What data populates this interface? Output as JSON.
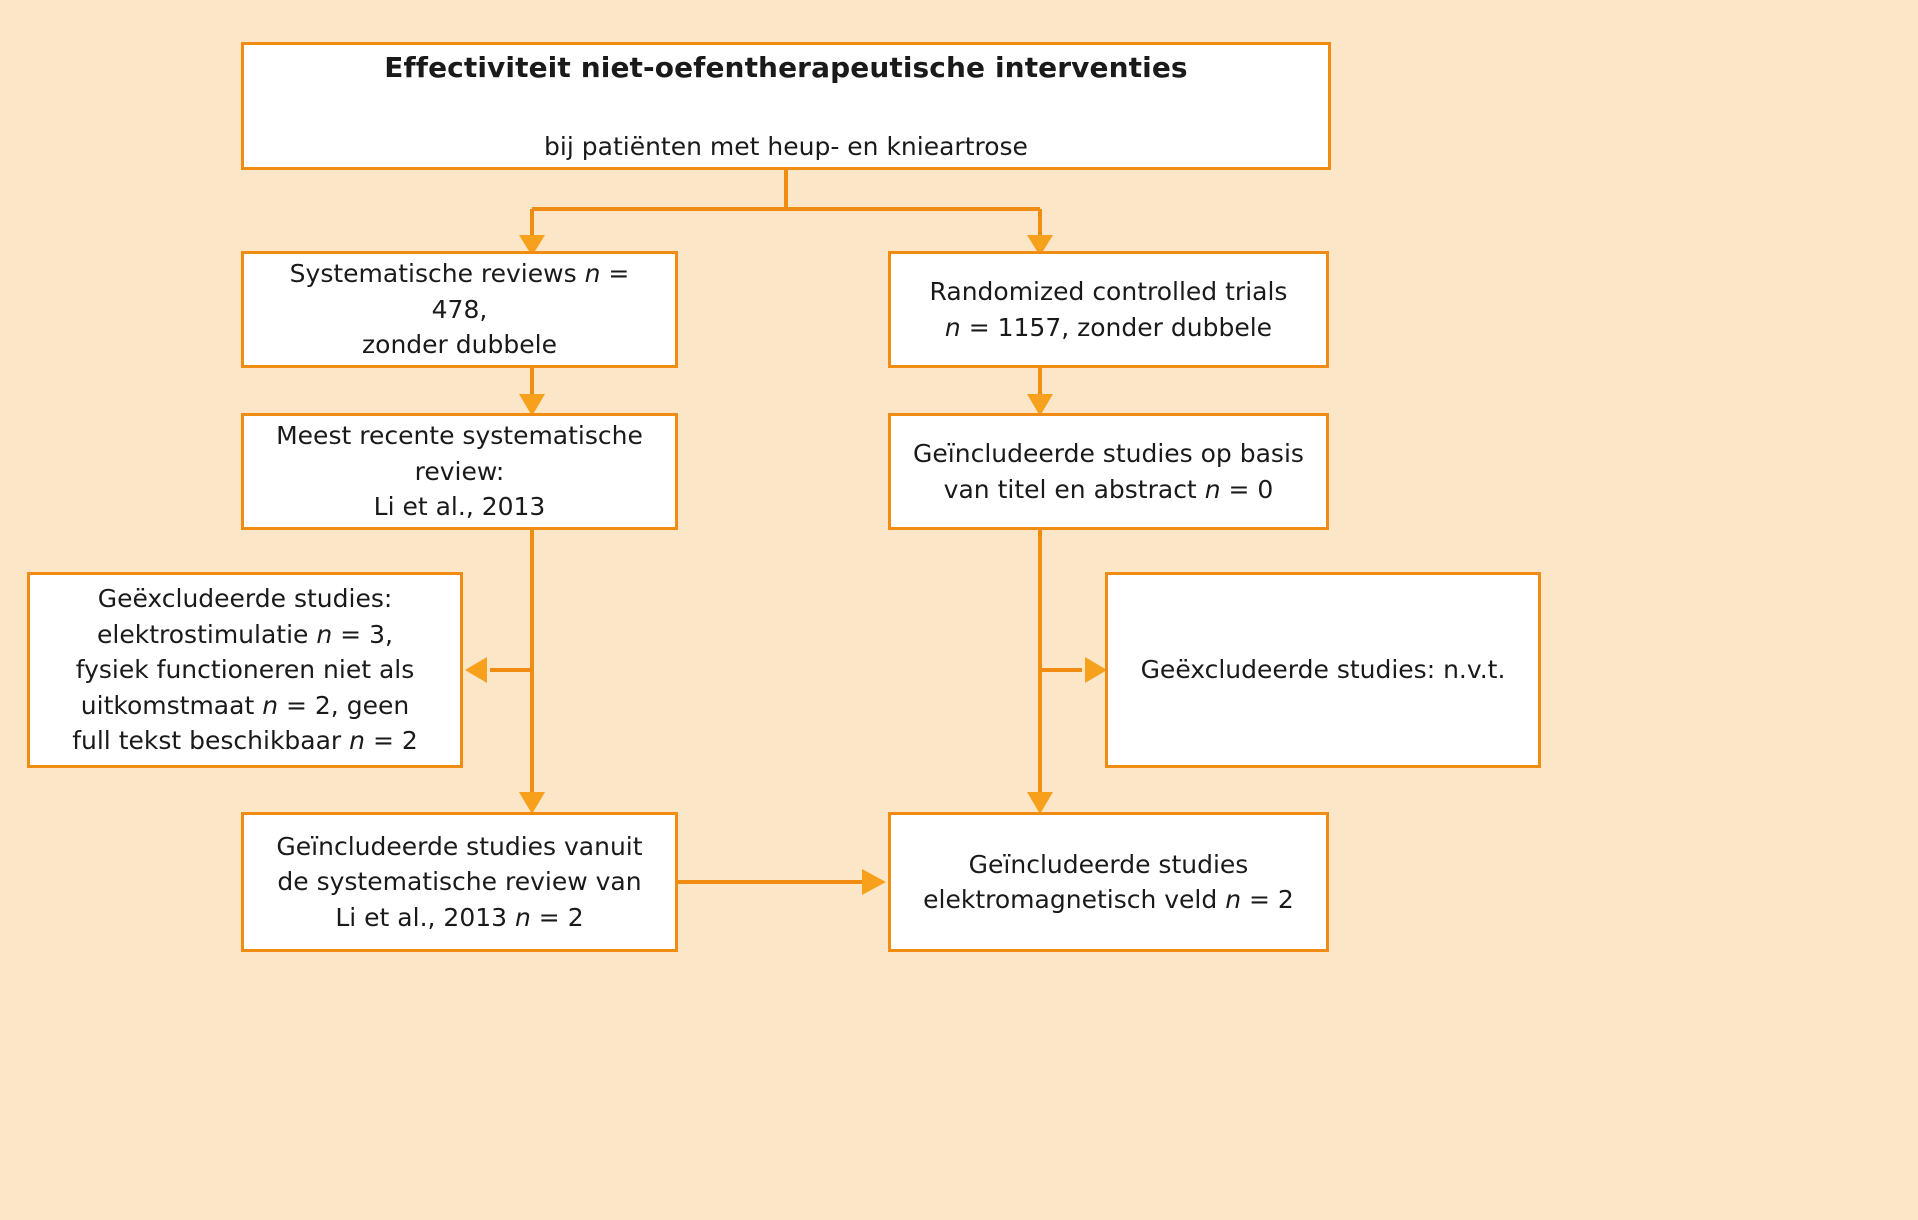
{
  "diagram": {
    "type": "flowchart",
    "title_box": {
      "heading": "Effectiviteit niet-oefentherapeutische interventies",
      "subheading": "bij patiënten met heup- en knieartrose"
    },
    "colors": {
      "background": "#fce6c8",
      "box_fill": "#ffffff",
      "border": "#f08c12",
      "arrow": "#f7a01c",
      "text": "#1a1a1a"
    },
    "nodes": {
      "systematic_reviews": "Systematische reviews n = 478,\nzonder dubbele",
      "randomized_controlled_trials": "Randomized controlled trials\nn = 1157, zonder dubbele",
      "most_recent_review": "Meest recente systematische review:\nLi et al., 2013",
      "included_title_abstract": "Geïncludeerde studies op basis\nvan titel en abstract n = 0",
      "excluded_left": "Geëxcludeerde studies:\nelektrostimulatie n = 3,\nfysiek functioneren niet als\nuitkomstmaat n = 2, geen\nfull tekst beschikbaar n = 2",
      "excluded_right": "Geëxcludeerde studies: n.v.t.",
      "included_from_review": "Geïncludeerde studies vanuit\nde systematische review van\nLi et al., 2013 n = 2",
      "included_emf": "Geïncludeerde studies\nelektromagnetisch veld n = 2"
    },
    "counts": {
      "systematic_reviews_n": 478,
      "rct_n": 1157,
      "included_title_abstract_n": 0,
      "excluded_electrostimulation_n": 3,
      "excluded_physical_function_n": 2,
      "excluded_no_fulltext_n": 2,
      "included_from_review_n": 2,
      "included_emf_n": 2
    }
  }
}
